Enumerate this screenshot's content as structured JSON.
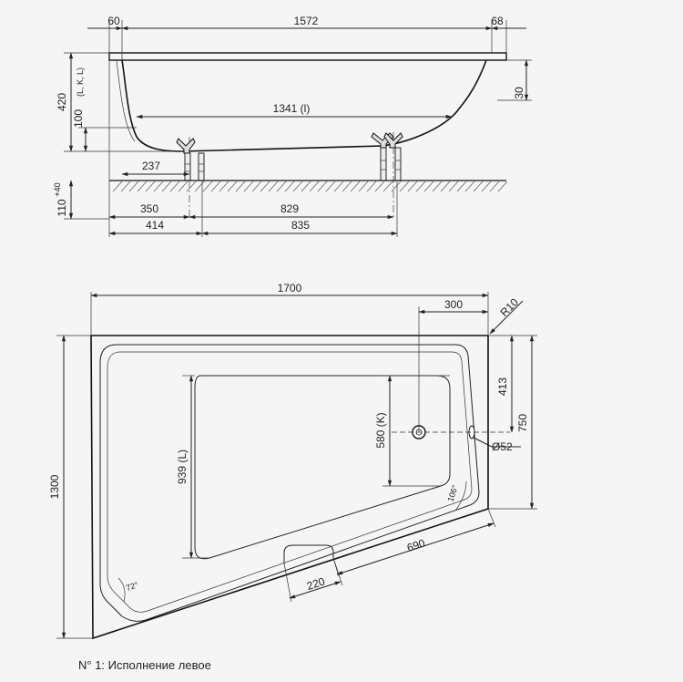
{
  "caption": "N° 1: Исполнение левое",
  "side_view": {
    "dim_60": "60",
    "dim_1572": "1572",
    "dim_68": "68",
    "dim_420": "420",
    "dim_100": "100",
    "dim_100_sub": "(L, K, L)",
    "dim_30": "30",
    "dim_1341": "1341 (l)",
    "dim_237": "237",
    "dim_110": "110",
    "dim_110_sup": "+40",
    "dim_350": "350",
    "dim_829": "829",
    "dim_414": "414",
    "dim_835": "835"
  },
  "top_view": {
    "dim_1700": "1700",
    "dim_300": "300",
    "dim_r10": "R10",
    "dim_413": "413",
    "dim_750": "750",
    "dim_580": "580 (K)",
    "dim_d52": "Ø52",
    "dim_1300": "1300",
    "dim_939": "939 (L)",
    "angle_106": "106°",
    "angle_72": "72°",
    "dim_690": "690",
    "dim_220": "220"
  }
}
